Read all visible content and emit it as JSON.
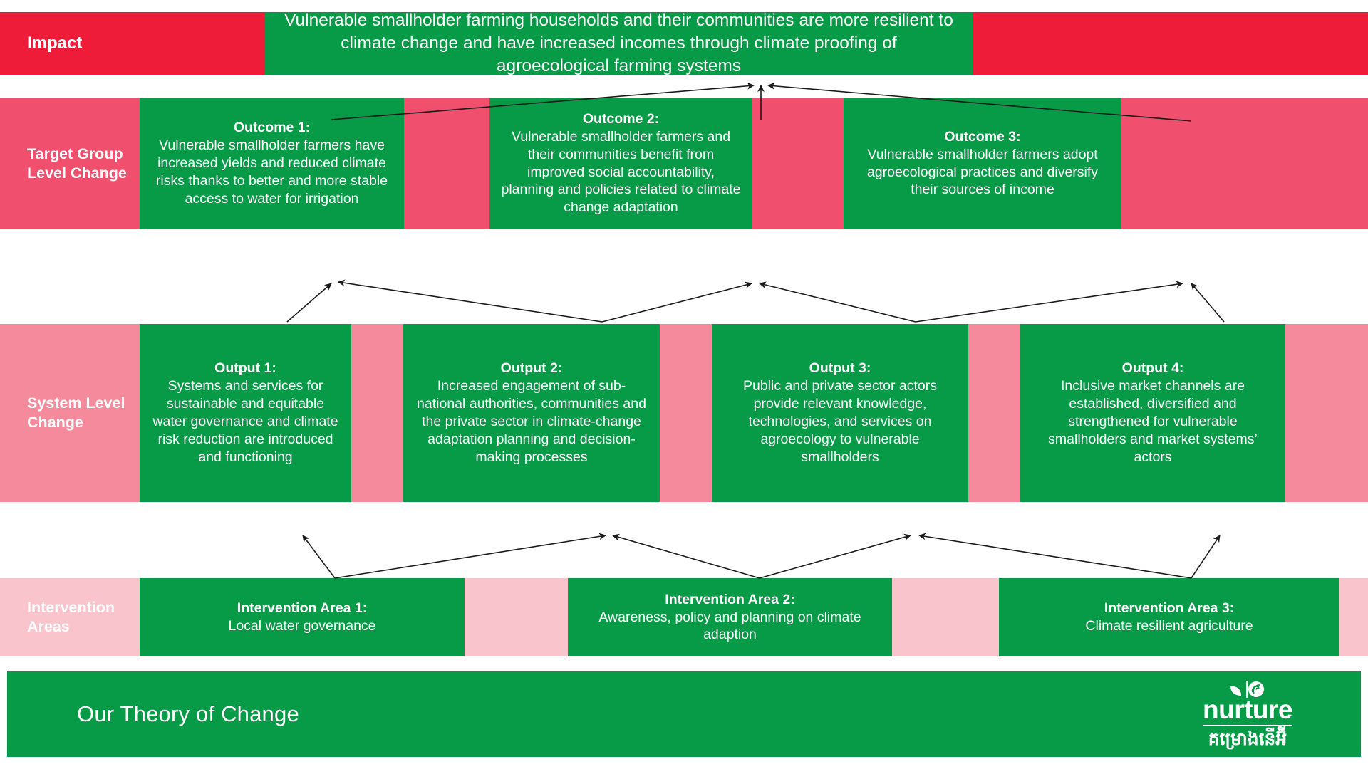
{
  "diagram": {
    "title": "Our Theory of Change",
    "colors": {
      "green": "#079a47",
      "impact_red": "#ee1b39",
      "target_pink": "#f0506e",
      "system_pink": "#f58a9c",
      "intervention_pink": "#fac4cd",
      "text": "#ffffff"
    }
  },
  "impact": {
    "label": "Impact",
    "statement": "Vulnerable smallholder farming households and their communities are more resilient to climate change and have increased incomes through climate proofing of agroecological farming systems"
  },
  "target_group": {
    "label": "Target Group Level Change",
    "items": [
      {
        "title": "Outcome 1:",
        "body": "Vulnerable smallholder farmers have increased yields and reduced climate risks thanks to better and more stable access to water for irrigation"
      },
      {
        "title": "Outcome 2:",
        "body": "Vulnerable smallholder farmers and their communities benefit from improved social accountability, planning and policies related to climate change adaptation"
      },
      {
        "title": "Outcome 3:",
        "body": "Vulnerable smallholder farmers adopt agroecological practices and diversify their sources of income"
      }
    ]
  },
  "system_level": {
    "label": "System Level Change",
    "items": [
      {
        "title": "Output 1:",
        "body": "Systems and services for sustainable and equitable water governance and climate risk reduction are introduced and functioning"
      },
      {
        "title": "Output 2:",
        "body": "Increased engagement of sub-national authorities, communities and the private sector in climate-change adaptation planning and decision-making processes"
      },
      {
        "title": "Output 3:",
        "body": "Public and private sector actors provide relevant knowledge, technologies, and services on agroecology to vulnerable smallholders"
      },
      {
        "title": "Output 4:",
        "body": "Inclusive market channels are established, diversified and strengthened for vulnerable smallholders and market systems’ actors"
      }
    ]
  },
  "intervention": {
    "label": "Intervention Areas",
    "items": [
      {
        "title": "Intervention Area 1:",
        "body": "Local water governance"
      },
      {
        "title": "Intervention Area 2:",
        "body": "Awareness, policy and planning on climate adaption"
      },
      {
        "title": "Intervention Area 3:",
        "body": "Climate resilient agriculture"
      }
    ]
  },
  "logo": {
    "wordmark": "nurture",
    "khmer": "គម្រោងនើអ៊ី"
  }
}
